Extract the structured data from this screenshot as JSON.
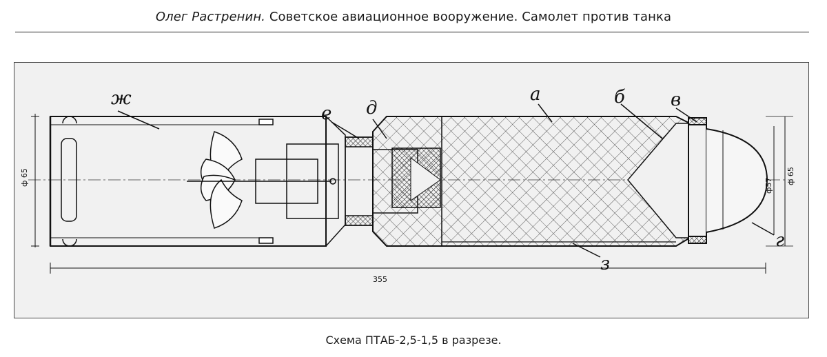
{
  "header": {
    "author": "Олег Растренин.",
    "title": "Советское авиационное вооружение. Самолет против танка"
  },
  "drawing": {
    "labels": {
      "a": "а",
      "b": "б",
      "v": "в",
      "g": "г",
      "d": "д",
      "e": "е",
      "zh": "ж",
      "z": "з"
    },
    "dims": {
      "length": "355",
      "diameter_left": "ф 65",
      "diameter_inner": "ф57",
      "diameter_right": "ф 65"
    }
  },
  "caption": "Схема ПТАБ-2,5-1,5 в разрезе."
}
